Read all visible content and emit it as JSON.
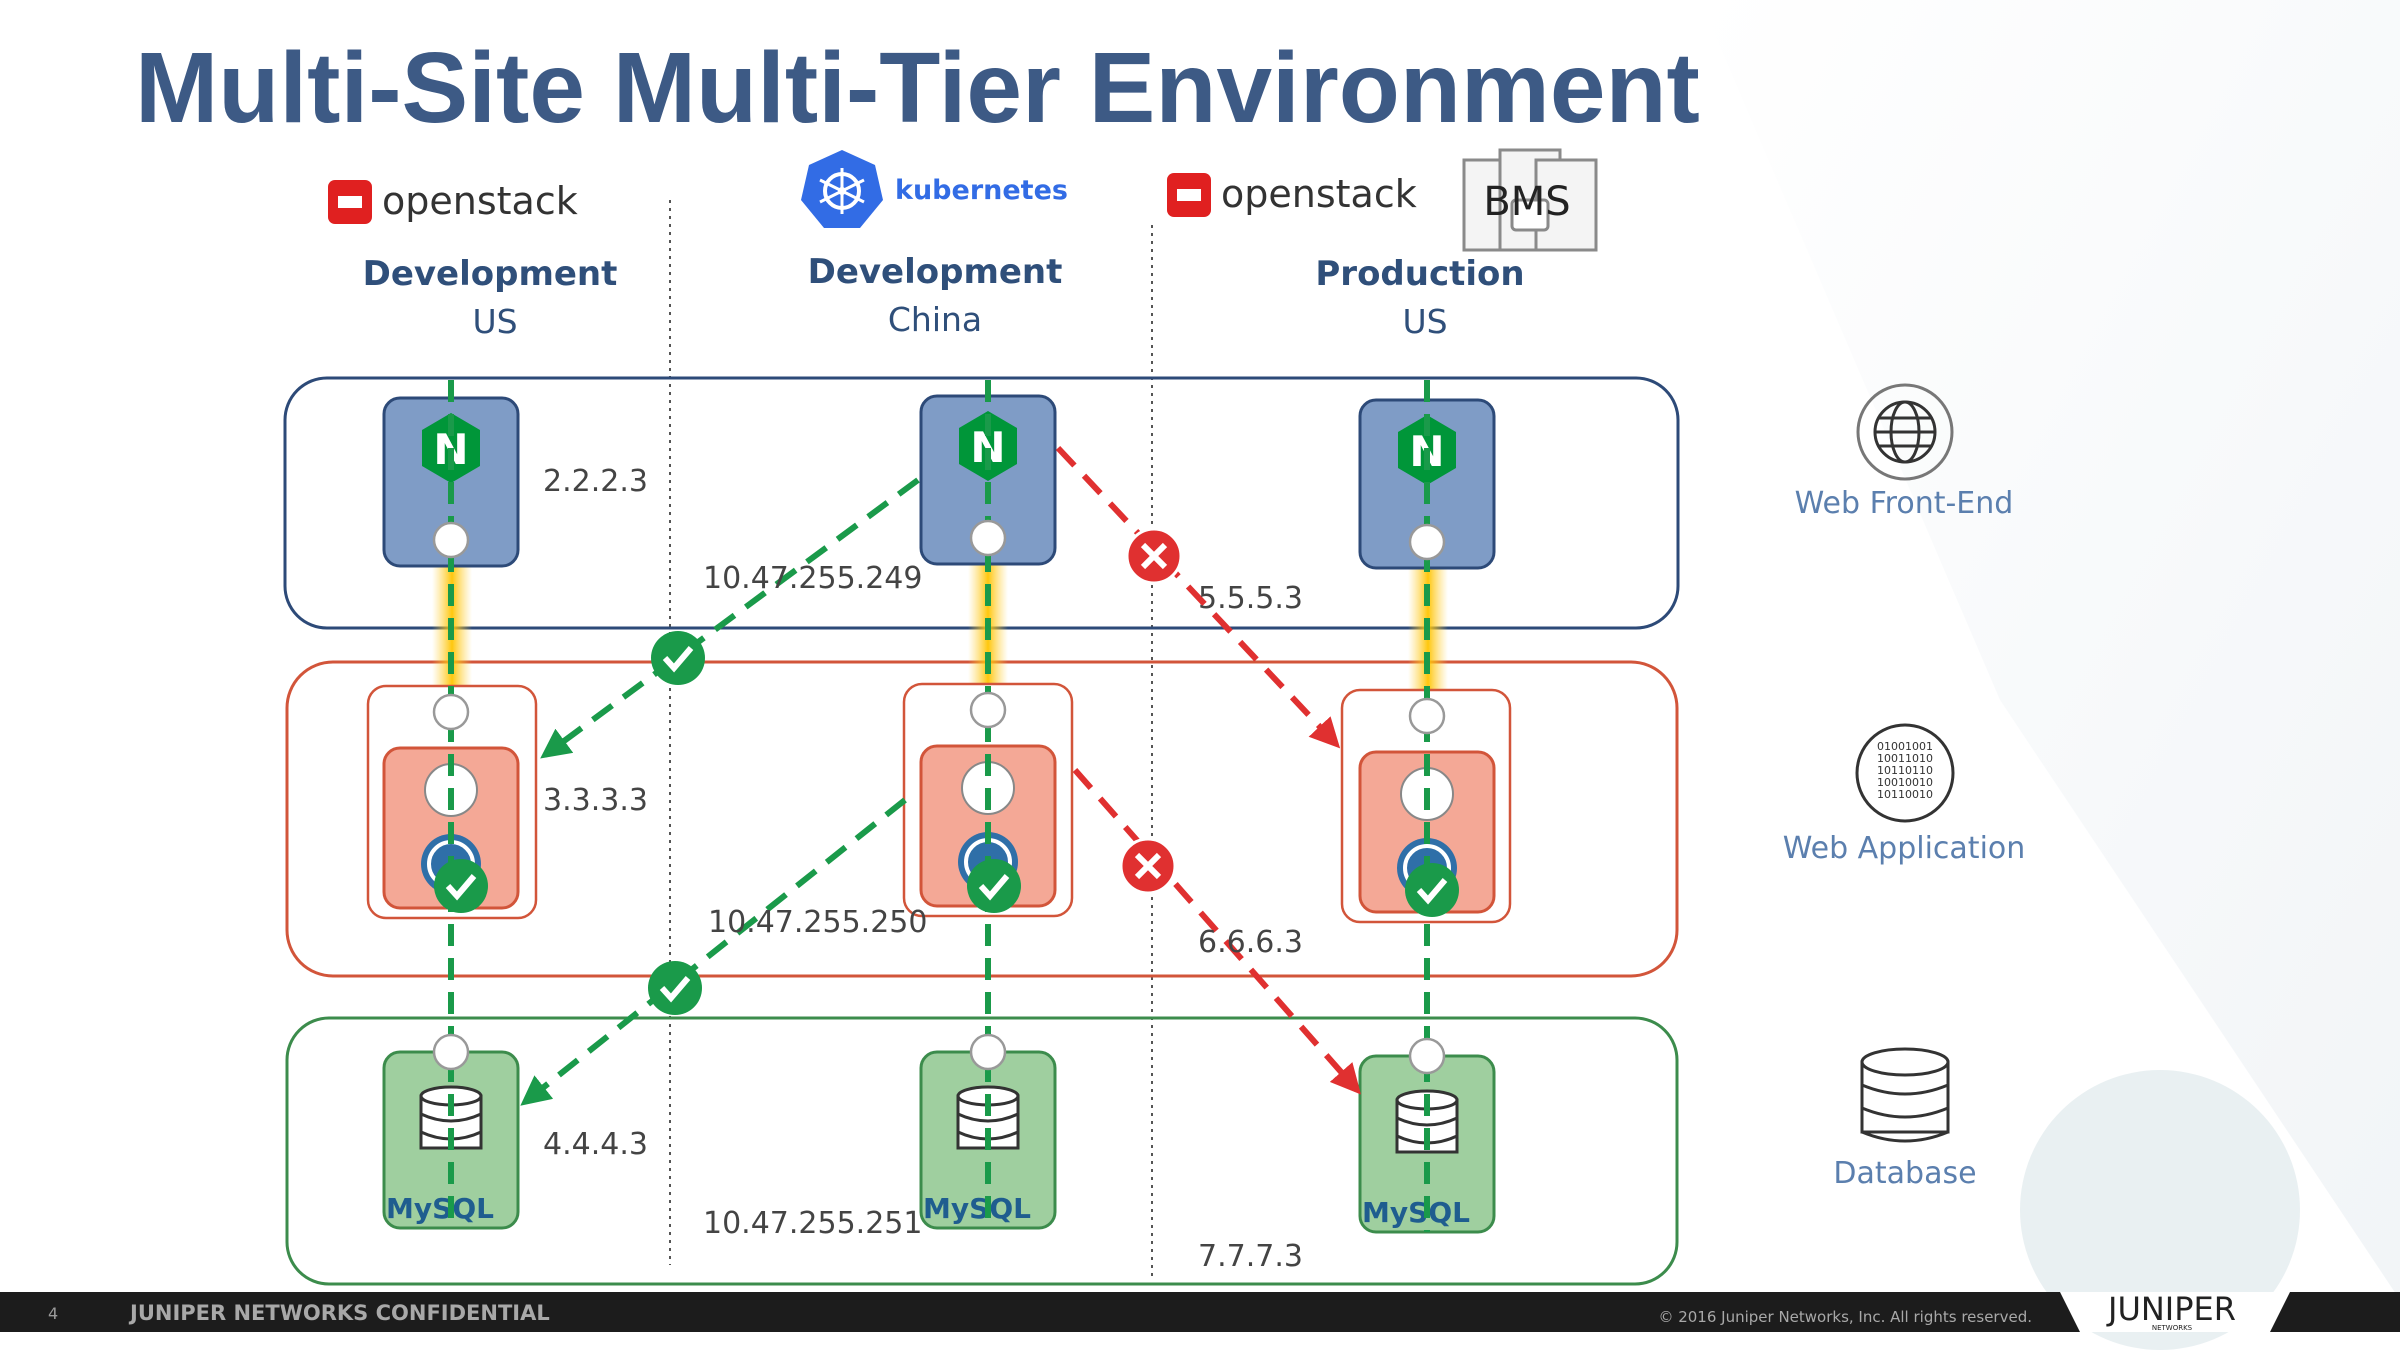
{
  "slide": {
    "title": "Multi-Site Multi-Tier Environment",
    "page_number": "4",
    "confidential": "JUNIPER NETWORKS CONFIDENTIAL",
    "copyright": "© 2016 Juniper Networks, Inc. All rights reserved.",
    "brand": "JUNIPER",
    "brand_sub": "NETWORKS"
  },
  "sites": [
    {
      "platform": "openstack",
      "env": "Development",
      "region": "US"
    },
    {
      "platform": "kubernetes",
      "env": "Development",
      "region": "China"
    },
    {
      "platform": "openstack",
      "env": "Production",
      "region": "US",
      "extra": "BMS"
    }
  ],
  "tiers": [
    {
      "label": "Web Front-End",
      "icon": "globe-icon"
    },
    {
      "label": "Web Application",
      "icon": "binary-icon"
    },
    {
      "label": "Database",
      "icon": "database-icon"
    }
  ],
  "addresses": {
    "frontend_us_dev": "2.2.2.3",
    "frontend_china": "10.47.255.249",
    "frontend_prod": "5.5.5.3",
    "app_us_dev": "3.3.3.3",
    "app_china": "10.47.255.250",
    "app_prod": "6.6.6.3",
    "db_us_dev": "4.4.4.3",
    "db_china": "10.47.255.251",
    "db_prod": "7.7.7.3"
  },
  "node_labels": {
    "nginx": "N",
    "mysql": "MySQL"
  },
  "colors": {
    "title": "#3d5a85",
    "label_blue": "#2f4f7a",
    "tier_label": "#5b7fae",
    "allowed": "#1a9a4a",
    "denied": "#e03030",
    "frontend_border": "#2d4a78",
    "app_border": "#d2553a",
    "db_border": "#3c8c4c",
    "openstack_red": "#e02020",
    "k8s_blue": "#326ce5"
  }
}
